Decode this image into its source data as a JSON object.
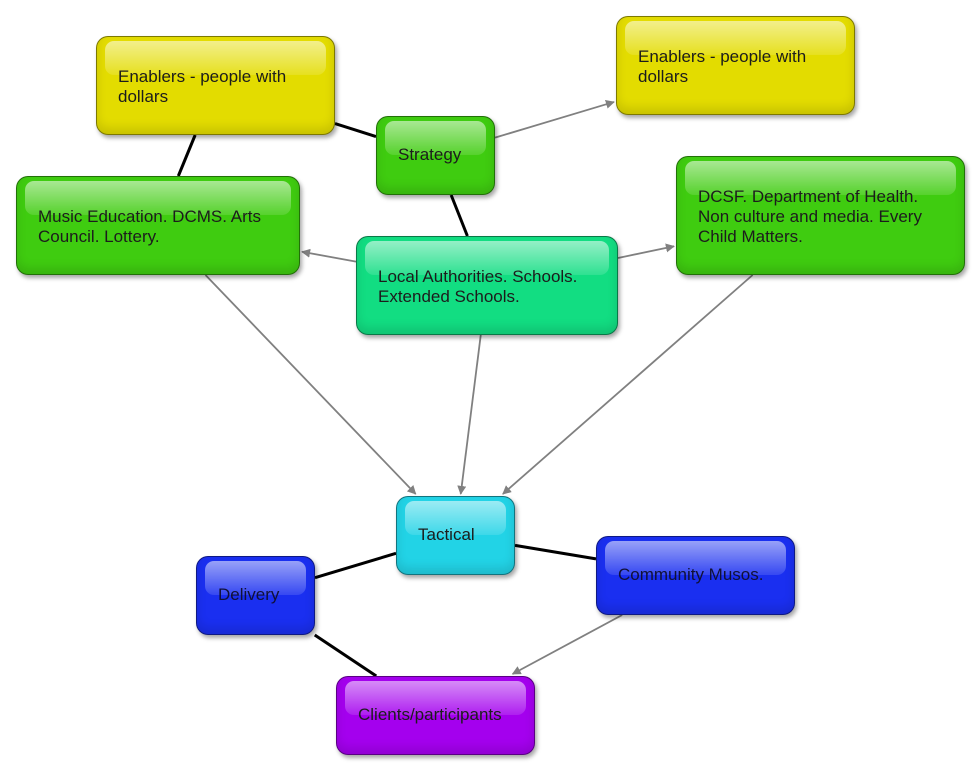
{
  "colors": {
    "yellow": "#e3dc00",
    "green": "#3fcc10",
    "teal": "#12dd82",
    "cyan": "#22d3e6",
    "blue": "#1a2ff0",
    "purple": "#a400ee",
    "edge_plain": "#000000",
    "edge_arrow": "#808080"
  },
  "nodes": {
    "enablers_left": {
      "text": "Enablers - people with\ndollars",
      "color": "yellow"
    },
    "enablers_right": {
      "text": "Enablers - people with\ndollars",
      "color": "yellow"
    },
    "strategy": {
      "text": "Strategy",
      "color": "green"
    },
    "music_education": {
      "text": "Music Education. DCMS. Arts\nCouncil. Lottery.",
      "color": "green"
    },
    "local_authorities": {
      "text": "Local Authorities. Schools.\nExtended Schools.",
      "color": "teal"
    },
    "dcsf": {
      "text": "DCSF. Department of Health.\nNon culture and media. Every\nChild Matters.",
      "color": "green"
    },
    "tactical": {
      "text": "Tactical",
      "color": "cyan"
    },
    "delivery": {
      "text": "Delivery",
      "color": "blue"
    },
    "community_musos": {
      "text": "Community Musos.",
      "color": "blue"
    },
    "clients": {
      "text": "Clients/participants",
      "color": "purple"
    }
  },
  "edges": [
    {
      "from": "strategy",
      "to": "enablers_left",
      "kind": "line"
    },
    {
      "from": "enablers_left",
      "to": "music_education",
      "kind": "line"
    },
    {
      "from": "strategy",
      "to": "local_authorities",
      "kind": "line"
    },
    {
      "from": "strategy",
      "to": "enablers_right",
      "kind": "arrow"
    },
    {
      "from": "local_authorities",
      "to": "music_education",
      "kind": "arrow"
    },
    {
      "from": "local_authorities",
      "to": "dcsf",
      "kind": "arrow"
    },
    {
      "from": "music_education",
      "to": "tactical",
      "kind": "arrow"
    },
    {
      "from": "local_authorities",
      "to": "tactical",
      "kind": "arrow"
    },
    {
      "from": "dcsf",
      "to": "tactical",
      "kind": "arrow"
    },
    {
      "from": "tactical",
      "to": "delivery",
      "kind": "line"
    },
    {
      "from": "tactical",
      "to": "community_musos",
      "kind": "line"
    },
    {
      "from": "delivery",
      "to": "clients",
      "kind": "line"
    },
    {
      "from": "community_musos",
      "to": "clients",
      "kind": "arrow"
    }
  ]
}
